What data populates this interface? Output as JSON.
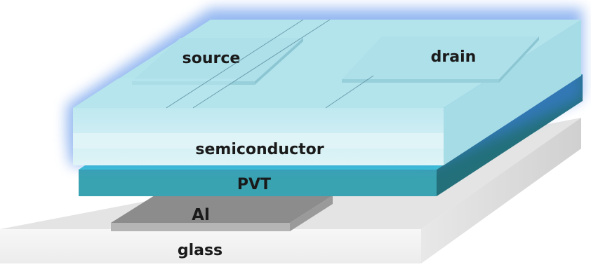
{
  "diagram": {
    "layers": {
      "source": "source",
      "drain": "drain",
      "semiconductor": "semiconductor",
      "pvt": "PVT",
      "al": "Al",
      "glass": "glass"
    },
    "colors": {
      "glass_top": "#e6e6e6",
      "glass_front": "#f2f2f2",
      "glass_side": "#d9d9d9",
      "al_top": "#8c8c8c",
      "al_front": "#b9b9b9",
      "al_side": "#9a9a9a",
      "pvt_top": "#3cc6d3",
      "pvt_front": "#3aa3b1",
      "pvt_side": "#23707b",
      "semi_glow": "#3f7fe6",
      "semi_top": "#b3e4ec",
      "semi_front": "#cfeef3",
      "semi_side": "#a6dce6",
      "electrode_top": "#aee0ea",
      "electrode_front": "#97cfda",
      "electrode_side": "#8cc6d2"
    }
  }
}
